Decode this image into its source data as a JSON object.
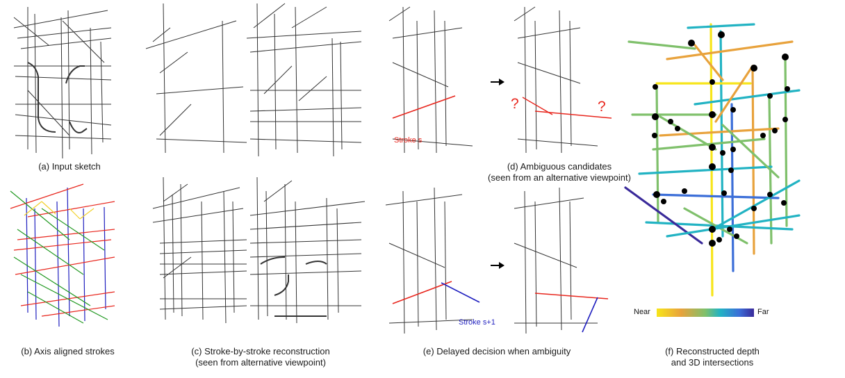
{
  "captions": {
    "a": "(a) Input sketch",
    "b": "(b) Axis aligned strokes",
    "c1": "(c) Stroke-by-stroke reconstruction",
    "c2": "(seen from alternative viewpoint)",
    "d1": "(d) Ambiguous candidates",
    "d2": "(seen from an alternative viewpoint)",
    "e": "(e) Delayed decision when ambiguity",
    "f1": "(f) Reconstructed depth",
    "f2": "and 3D intersections"
  },
  "labels": {
    "stroke_s": "Stroke s",
    "stroke_s1": "Stroke s+1",
    "question_mark": "?"
  },
  "colorbar": {
    "near": "Near",
    "far": "Far",
    "colors": [
      "#f7e51a",
      "#e8a23c",
      "#7fc06b",
      "#22b3c3",
      "#3b6ed8",
      "#3a2a9a"
    ]
  },
  "axis_colors": {
    "x": "#e8261d",
    "y": "#1f1fbf",
    "z": "#229922",
    "other": "#f2d02a"
  },
  "icons": {
    "arrow": "right-arrow-icon"
  }
}
